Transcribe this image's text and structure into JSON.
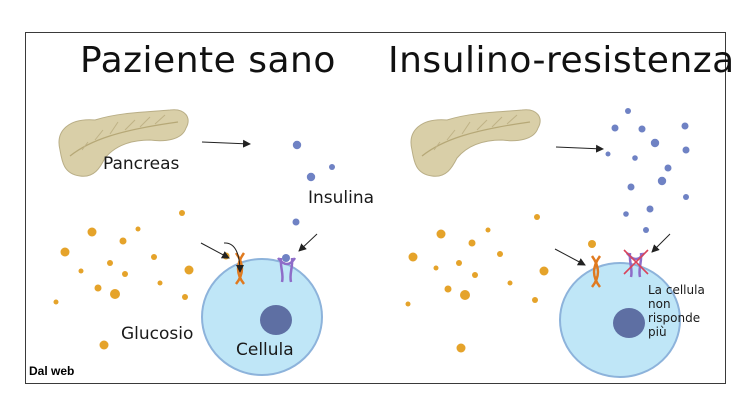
{
  "titles": {
    "left": "Paziente sano",
    "right": "Insulino-resistenza"
  },
  "labels": {
    "pancreas": "Pancreas",
    "insulina": "Insulina",
    "glucosio": "Glucosio",
    "cellula": "Cellula",
    "non_responds": [
      "La cellula",
      "non",
      "risponde",
      "più"
    ]
  },
  "source": "Dal web",
  "colors": {
    "glucose": "#E5A32A",
    "insulin": "#6F82C4",
    "cell_fill": "#BFE6F7",
    "cell_border": "#8DB3DB",
    "nucleus": "#5E6FA3",
    "pancreas": "#D9CFA8",
    "receptor_orange": "#E07A1F",
    "receptor_purple": "#8E6CC8",
    "cross": "#D9435A"
  }
}
